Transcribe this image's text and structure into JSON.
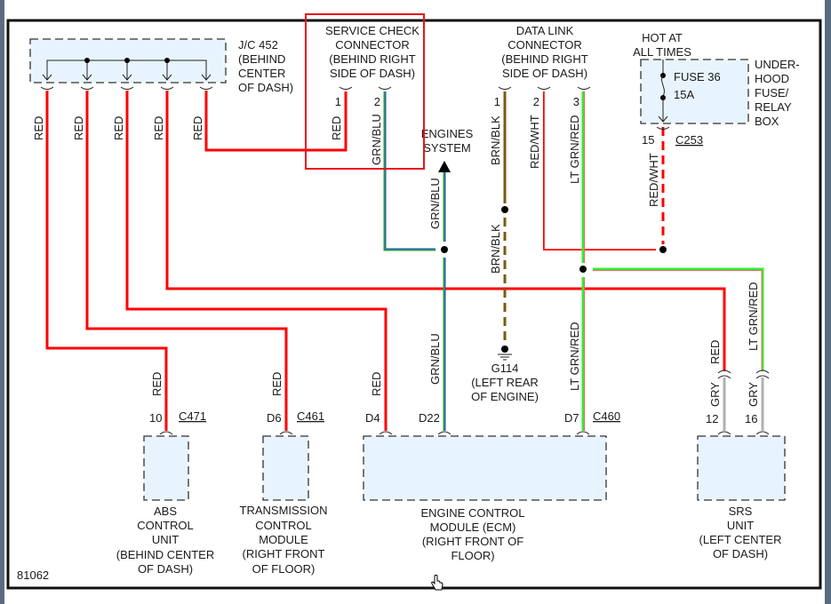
{
  "diagram": {
    "figure_number": "81062",
    "components": {
      "jc452": {
        "lines": [
          "J/C 452",
          "(BEHIND",
          "CENTER",
          "OF DASH)"
        ]
      },
      "service_check": {
        "lines": [
          "SERVICE CHECK",
          "CONNECTOR",
          "(BEHIND RIGHT",
          "SIDE OF DASH)"
        ],
        "pins": [
          "1",
          "2"
        ],
        "highlighted": true
      },
      "data_link": {
        "lines": [
          "DATA LINK",
          "CONNECTOR",
          "(BEHIND RIGHT",
          "SIDE OF DASH)"
        ],
        "pins": [
          "1",
          "2",
          "3"
        ]
      },
      "fuse_box": {
        "hot_label": [
          "HOT AT",
          "ALL TIMES"
        ],
        "fuse": "FUSE 36",
        "rating": "15A",
        "lines": [
          "UNDER-",
          "HOOD",
          "FUSE/",
          "RELAY",
          "BOX"
        ],
        "pin": "15",
        "connector": "C253"
      },
      "engines_system": {
        "lines": [
          "ENGINES",
          "SYSTEM"
        ]
      },
      "ground": {
        "lines": [
          "G114",
          "(LEFT REAR",
          "OF ENGINE)"
        ]
      },
      "abs": {
        "lines": [
          "ABS",
          "CONTROL",
          "UNIT",
          "(BEHIND CENTER",
          "OF DASH)"
        ],
        "pin": "10",
        "connector": "C471"
      },
      "tcm": {
        "lines": [
          "TRANSMISSION",
          "CONTROL",
          "MODULE",
          "(RIGHT FRONT",
          "OF FLOOR)"
        ],
        "pin": "D6",
        "connector": "C461"
      },
      "ecm": {
        "lines": [
          "ENGINE CONTROL",
          "MODULE (ECM)",
          "(RIGHT FRONT OF",
          "FLOOR)"
        ],
        "pins": [
          "D4",
          "D22",
          "D7"
        ],
        "connector": "C460"
      },
      "srs": {
        "lines": [
          "SRS",
          "UNIT",
          "(LEFT CENTER",
          "OF DASH)"
        ],
        "pins": [
          "12",
          "16"
        ]
      }
    },
    "wire_labels": {
      "red": "RED",
      "grn_blu": "GRN/BLU",
      "brn_blk": "BRN/BLK",
      "red_wht": "RED/WHT",
      "lt_grn_red": "LT GRN/RED",
      "gry": "GRY"
    },
    "colors": {
      "red": "#ff0000",
      "green": "#2ea02e",
      "blue": "#2040ff",
      "brown": "#7a5a10",
      "lt_green": "#33ee33",
      "gray": "#b0b0b0",
      "box_fill": "#e8f4fd",
      "highlight": "#e8141c"
    }
  }
}
